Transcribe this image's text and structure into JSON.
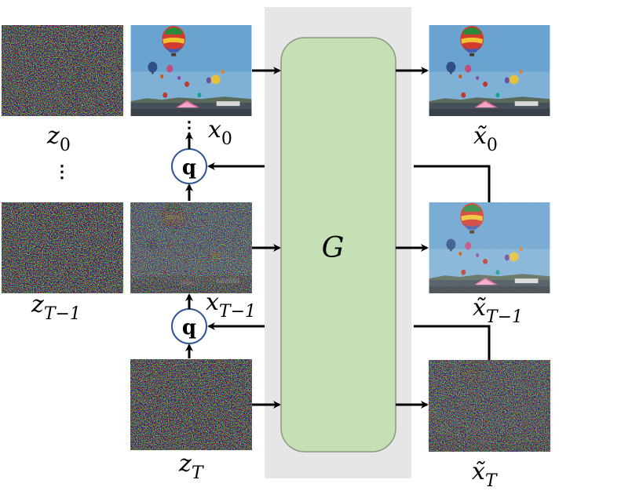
{
  "generator": {
    "label": "G"
  },
  "quantizer": {
    "label": "q"
  },
  "labels": {
    "z0": {
      "base": "z",
      "sub": "0"
    },
    "zT1": {
      "base": "z",
      "sub": "T−1"
    },
    "zT": {
      "base": "z",
      "sub": "T"
    },
    "x0": {
      "base": "x",
      "sub": "0"
    },
    "xT1": {
      "base": "x",
      "sub": "T−1"
    },
    "xt0": {
      "base": "x̃",
      "sub": "0"
    },
    "xtT1": {
      "base": "x̃",
      "sub": "T−1"
    },
    "xtT": {
      "base": "x̃",
      "sub": "T"
    }
  },
  "ellipsis": {
    "vertical": "⋮"
  },
  "colors": {
    "generator_fill": "#c5e0b4",
    "generator_stroke": "#8a9a80",
    "panel": "#e6e6e6",
    "quantizer_stroke": "#2f5597",
    "sky": "#7fb1d6",
    "crowd": "#46505a",
    "tent": "#e06d9b"
  }
}
